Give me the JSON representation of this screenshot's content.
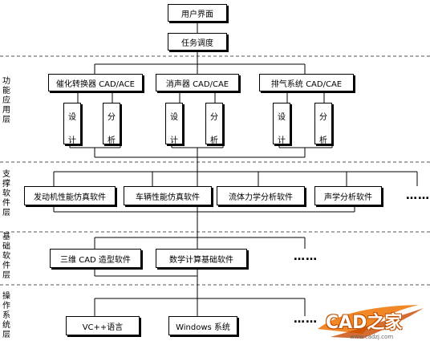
{
  "top": {
    "user_interface": "用户界面",
    "task_scheduling": "任务调度"
  },
  "layers": {
    "functional": "功能应用层",
    "support": "支撑软件层",
    "foundation": "基础软件层",
    "os": "操作系统层"
  },
  "functional_modules": [
    {
      "name": "催化转换器 CAD/ACE",
      "design": "设计",
      "analysis": "分析"
    },
    {
      "name": "消声器 CAD/CAE",
      "design": "设计",
      "analysis": "分析"
    },
    {
      "name": "排气系统 CAD/CAE",
      "design": "设计",
      "analysis": "分析"
    }
  ],
  "support_software": [
    "发动机性能仿真软件",
    "车辆性能仿真软件",
    "流体力学分析软件",
    "声学分析软件"
  ],
  "foundation_software": [
    "三维 CAD 造型软件",
    "数学计算基础软件"
  ],
  "os_software": [
    "VC++语言",
    "Windows 系统"
  ],
  "ellipsis": "……",
  "watermark": {
    "brand": "CAD之家",
    "url": "www.cadzj.com"
  }
}
